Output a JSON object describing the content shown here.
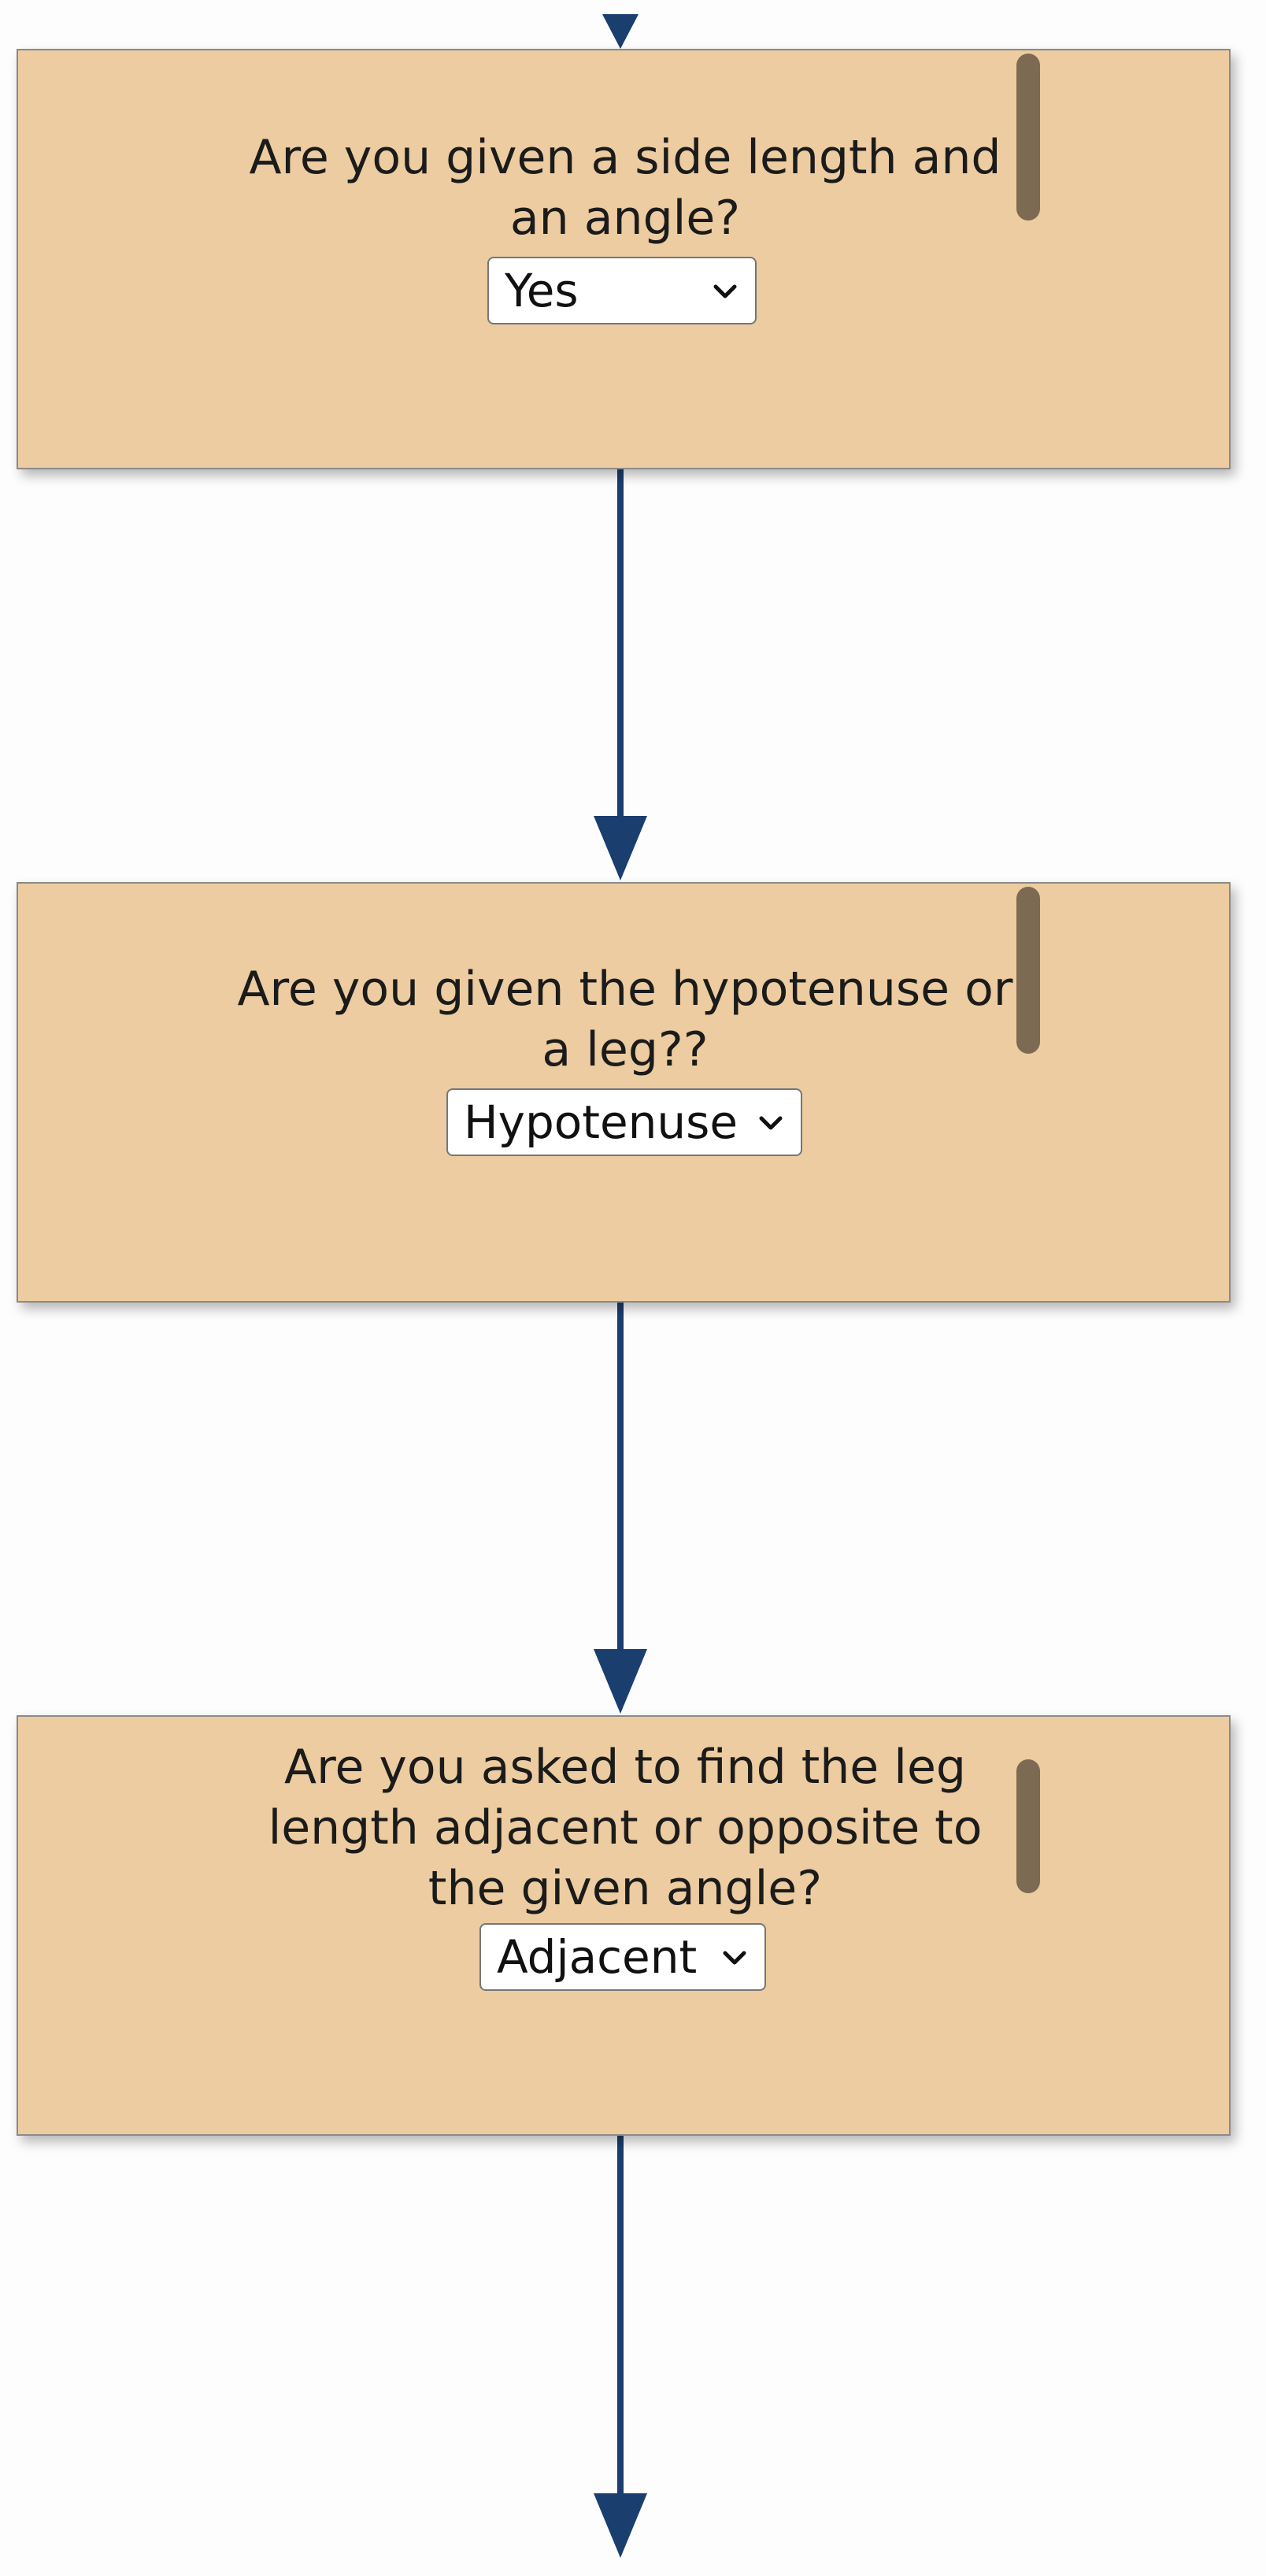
{
  "flowchart": {
    "nodes": [
      {
        "question": "Are you given a side length and an angle?",
        "selected": "Yes"
      },
      {
        "question": "Are you given the hypotenuse or a leg??",
        "selected": "Hypotenuse"
      },
      {
        "question": "Are you asked to find the leg length adjacent or opposite to the given angle?",
        "selected": "Adjacent"
      }
    ]
  },
  "colors": {
    "node_fill": "#eccca0",
    "connector": "#1a3e6e",
    "scroll_handle": "#7d6a52"
  }
}
